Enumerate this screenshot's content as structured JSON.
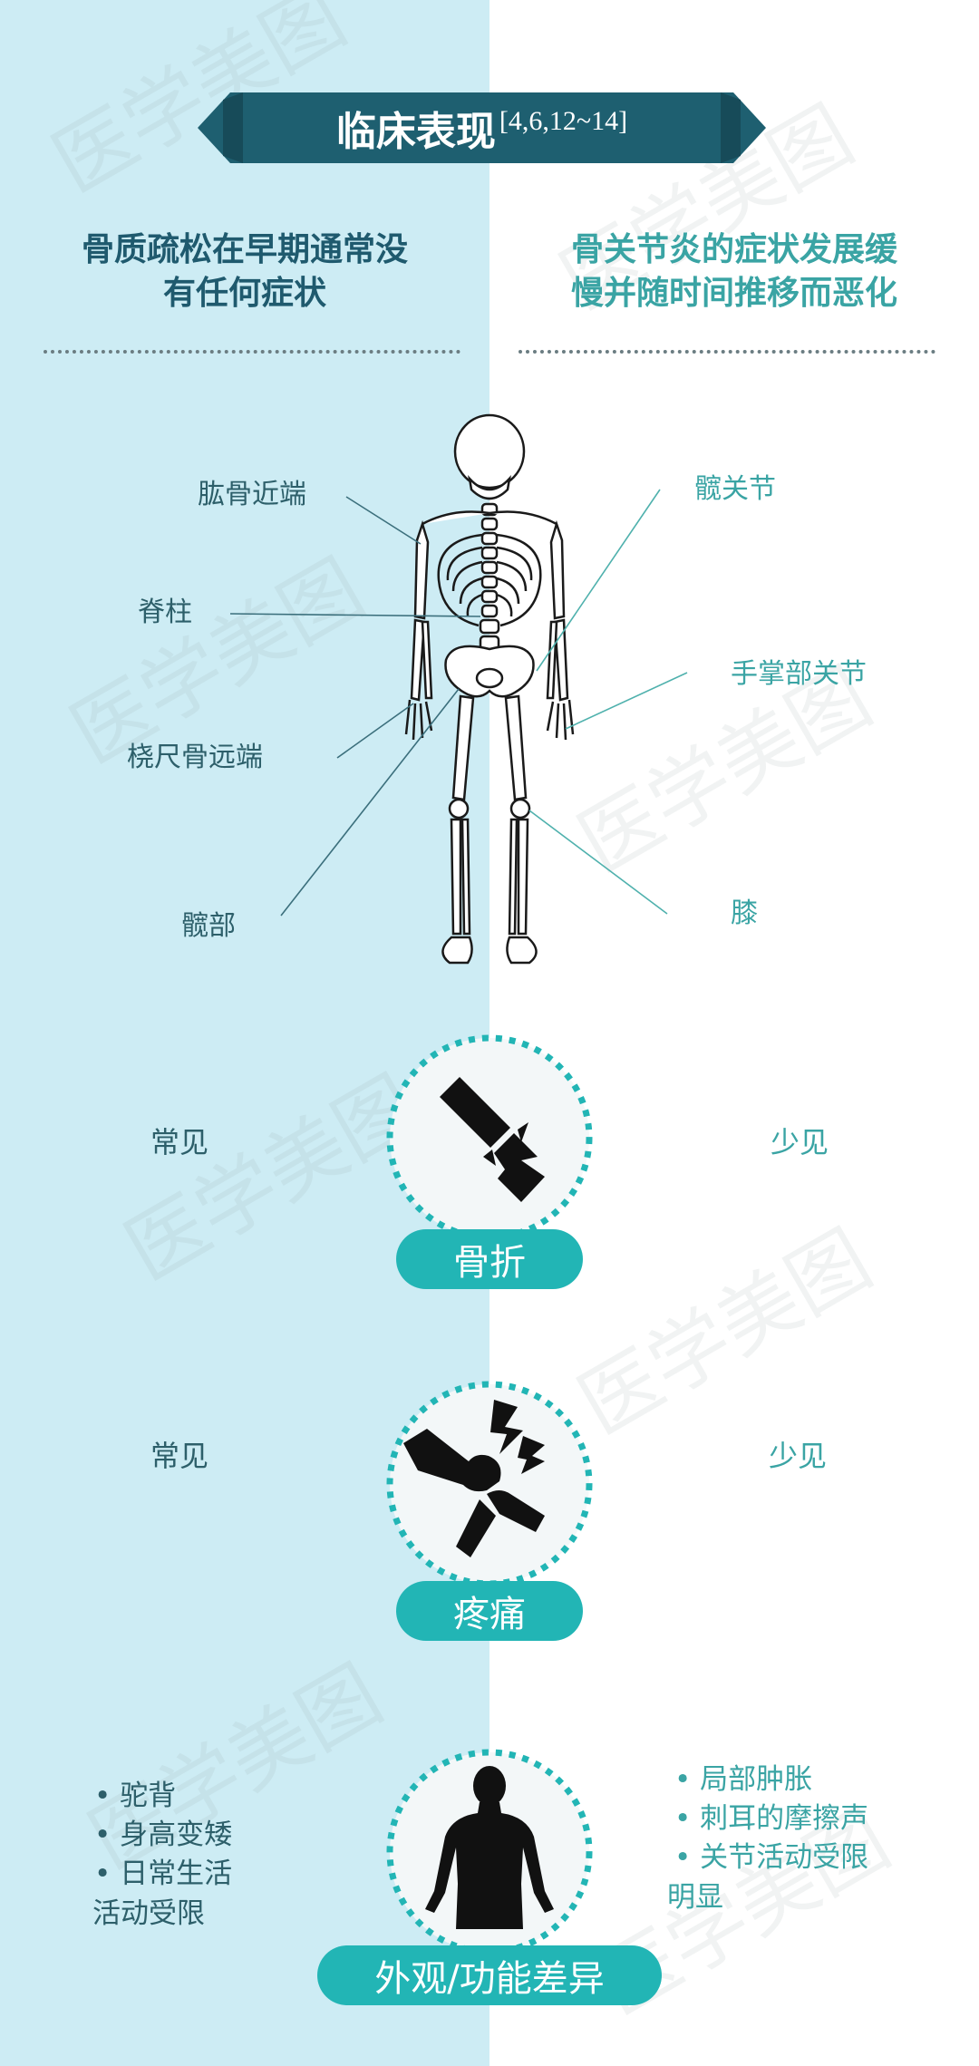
{
  "banner": {
    "title": "临床表现",
    "ref": "[4,6,12~14]"
  },
  "columns": {
    "left_heading_line1": "骨质疏松在早期通常没",
    "left_heading_line2": "有任何症状",
    "right_heading_line1": "骨关节炎的症状发展缓",
    "right_heading_line2": "慢并随时间推移而恶化"
  },
  "skeleton": {
    "left_labels": [
      "肱骨近端",
      "脊柱",
      "桡尺骨远端",
      "髋部"
    ],
    "right_labels": [
      "髋关节",
      "手掌部关节",
      "膝"
    ]
  },
  "sections": [
    {
      "name": "骨折",
      "left": "常见",
      "right": "少见",
      "icon": "broken-bone-icon"
    },
    {
      "name": "疼痛",
      "left": "常见",
      "right": "少见",
      "icon": "joint-pain-icon"
    }
  ],
  "appearance": {
    "name": "外观/功能差异",
    "icon": "human-body-icon",
    "left_items": [
      "驼背",
      "身高变矮",
      "日常生活"
    ],
    "left_tail": "活动受限",
    "right_items": [
      "局部肿胀",
      "刺耳的摩擦声",
      "关节活动受限"
    ],
    "right_tail": "明显"
  },
  "watermark": "医学美图",
  "colors": {
    "left_bg": "#cdecf4",
    "banner": "#1e5f70",
    "teal": "#22b5b5",
    "dark_text": "#1f5a6e",
    "teal_text": "#3aa4a4"
  }
}
